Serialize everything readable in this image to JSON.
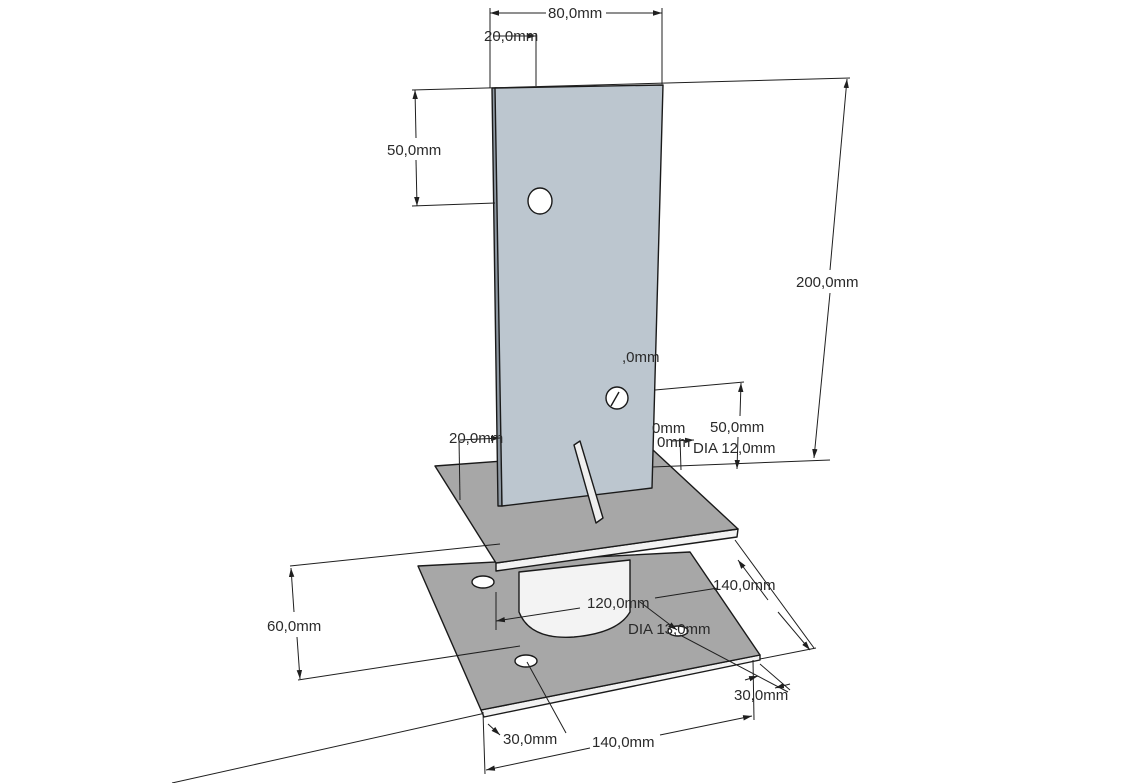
{
  "colors": {
    "background": "#ffffff",
    "post_plate_face": "#bcc6cf",
    "post_plate_side": "#8e98a2",
    "base_plate_top": "#a7a7a7",
    "base_plate_edge": "#f2f2f2",
    "tube": "#f3f3f3",
    "fin": "#efefef",
    "hole": "#ffffff",
    "line": "#1f1f1f"
  },
  "dimensions": {
    "top_width": "80,0mm",
    "top_hole_offset": "20,0mm",
    "top_hole_vertical": "50,0mm",
    "total_height": "200,0mm",
    "lower_hole_partial": ",0mm",
    "lower_hole_vertical": "50,0mm",
    "lower_hole_side_a": "0mm",
    "lower_hole_side_b": "0mm",
    "lower_hole_diameter": "DIA 12,0mm",
    "left_edge_offset": "20,0mm",
    "tube_height": "60,0mm",
    "tube_diameter": "120,0mm",
    "plate_depth": "140,0mm",
    "base_hole_diameter": "DIA 13,0mm",
    "base_hole_offset_right": "30,0mm",
    "base_hole_offset_front": "30,0mm",
    "plate_width": "140,0mm"
  }
}
